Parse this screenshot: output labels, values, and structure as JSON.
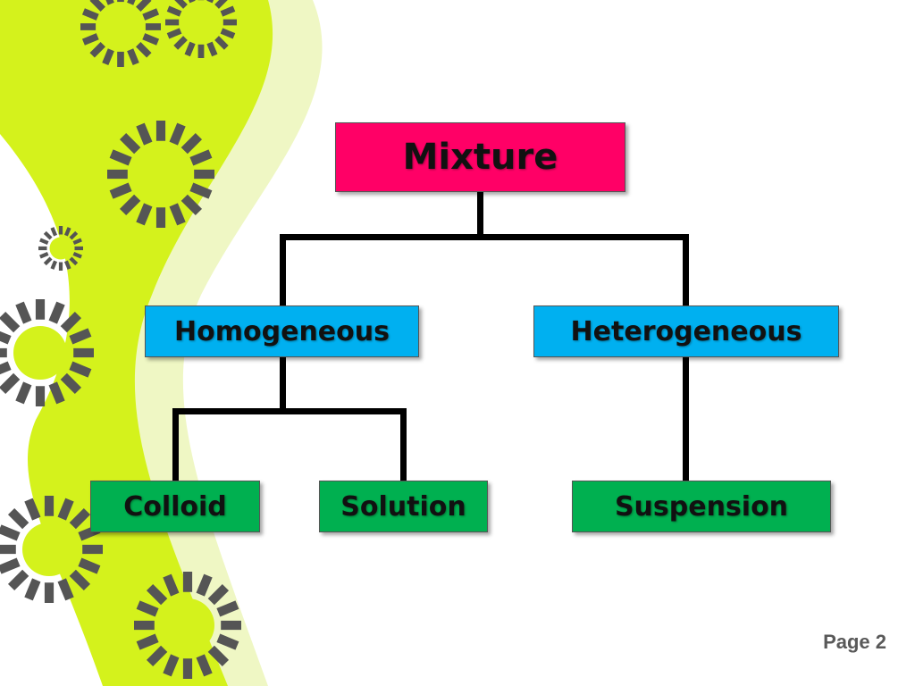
{
  "colors": {
    "mixture_fill": "#ff0066",
    "classification_fill": "#00b0f0",
    "type_fill": "#00b050",
    "accent_lime": "#d4f21c",
    "accent_light": "#eff7c4",
    "sun_gray": "#555555"
  },
  "diagram": {
    "root": "Mixture",
    "branches": [
      {
        "label": "Homogeneous",
        "children": [
          "Colloid",
          "Solution"
        ]
      },
      {
        "label": "Heterogeneous",
        "children": [
          "Suspension"
        ]
      }
    ]
  },
  "footer": {
    "page_label": "Page 2"
  }
}
